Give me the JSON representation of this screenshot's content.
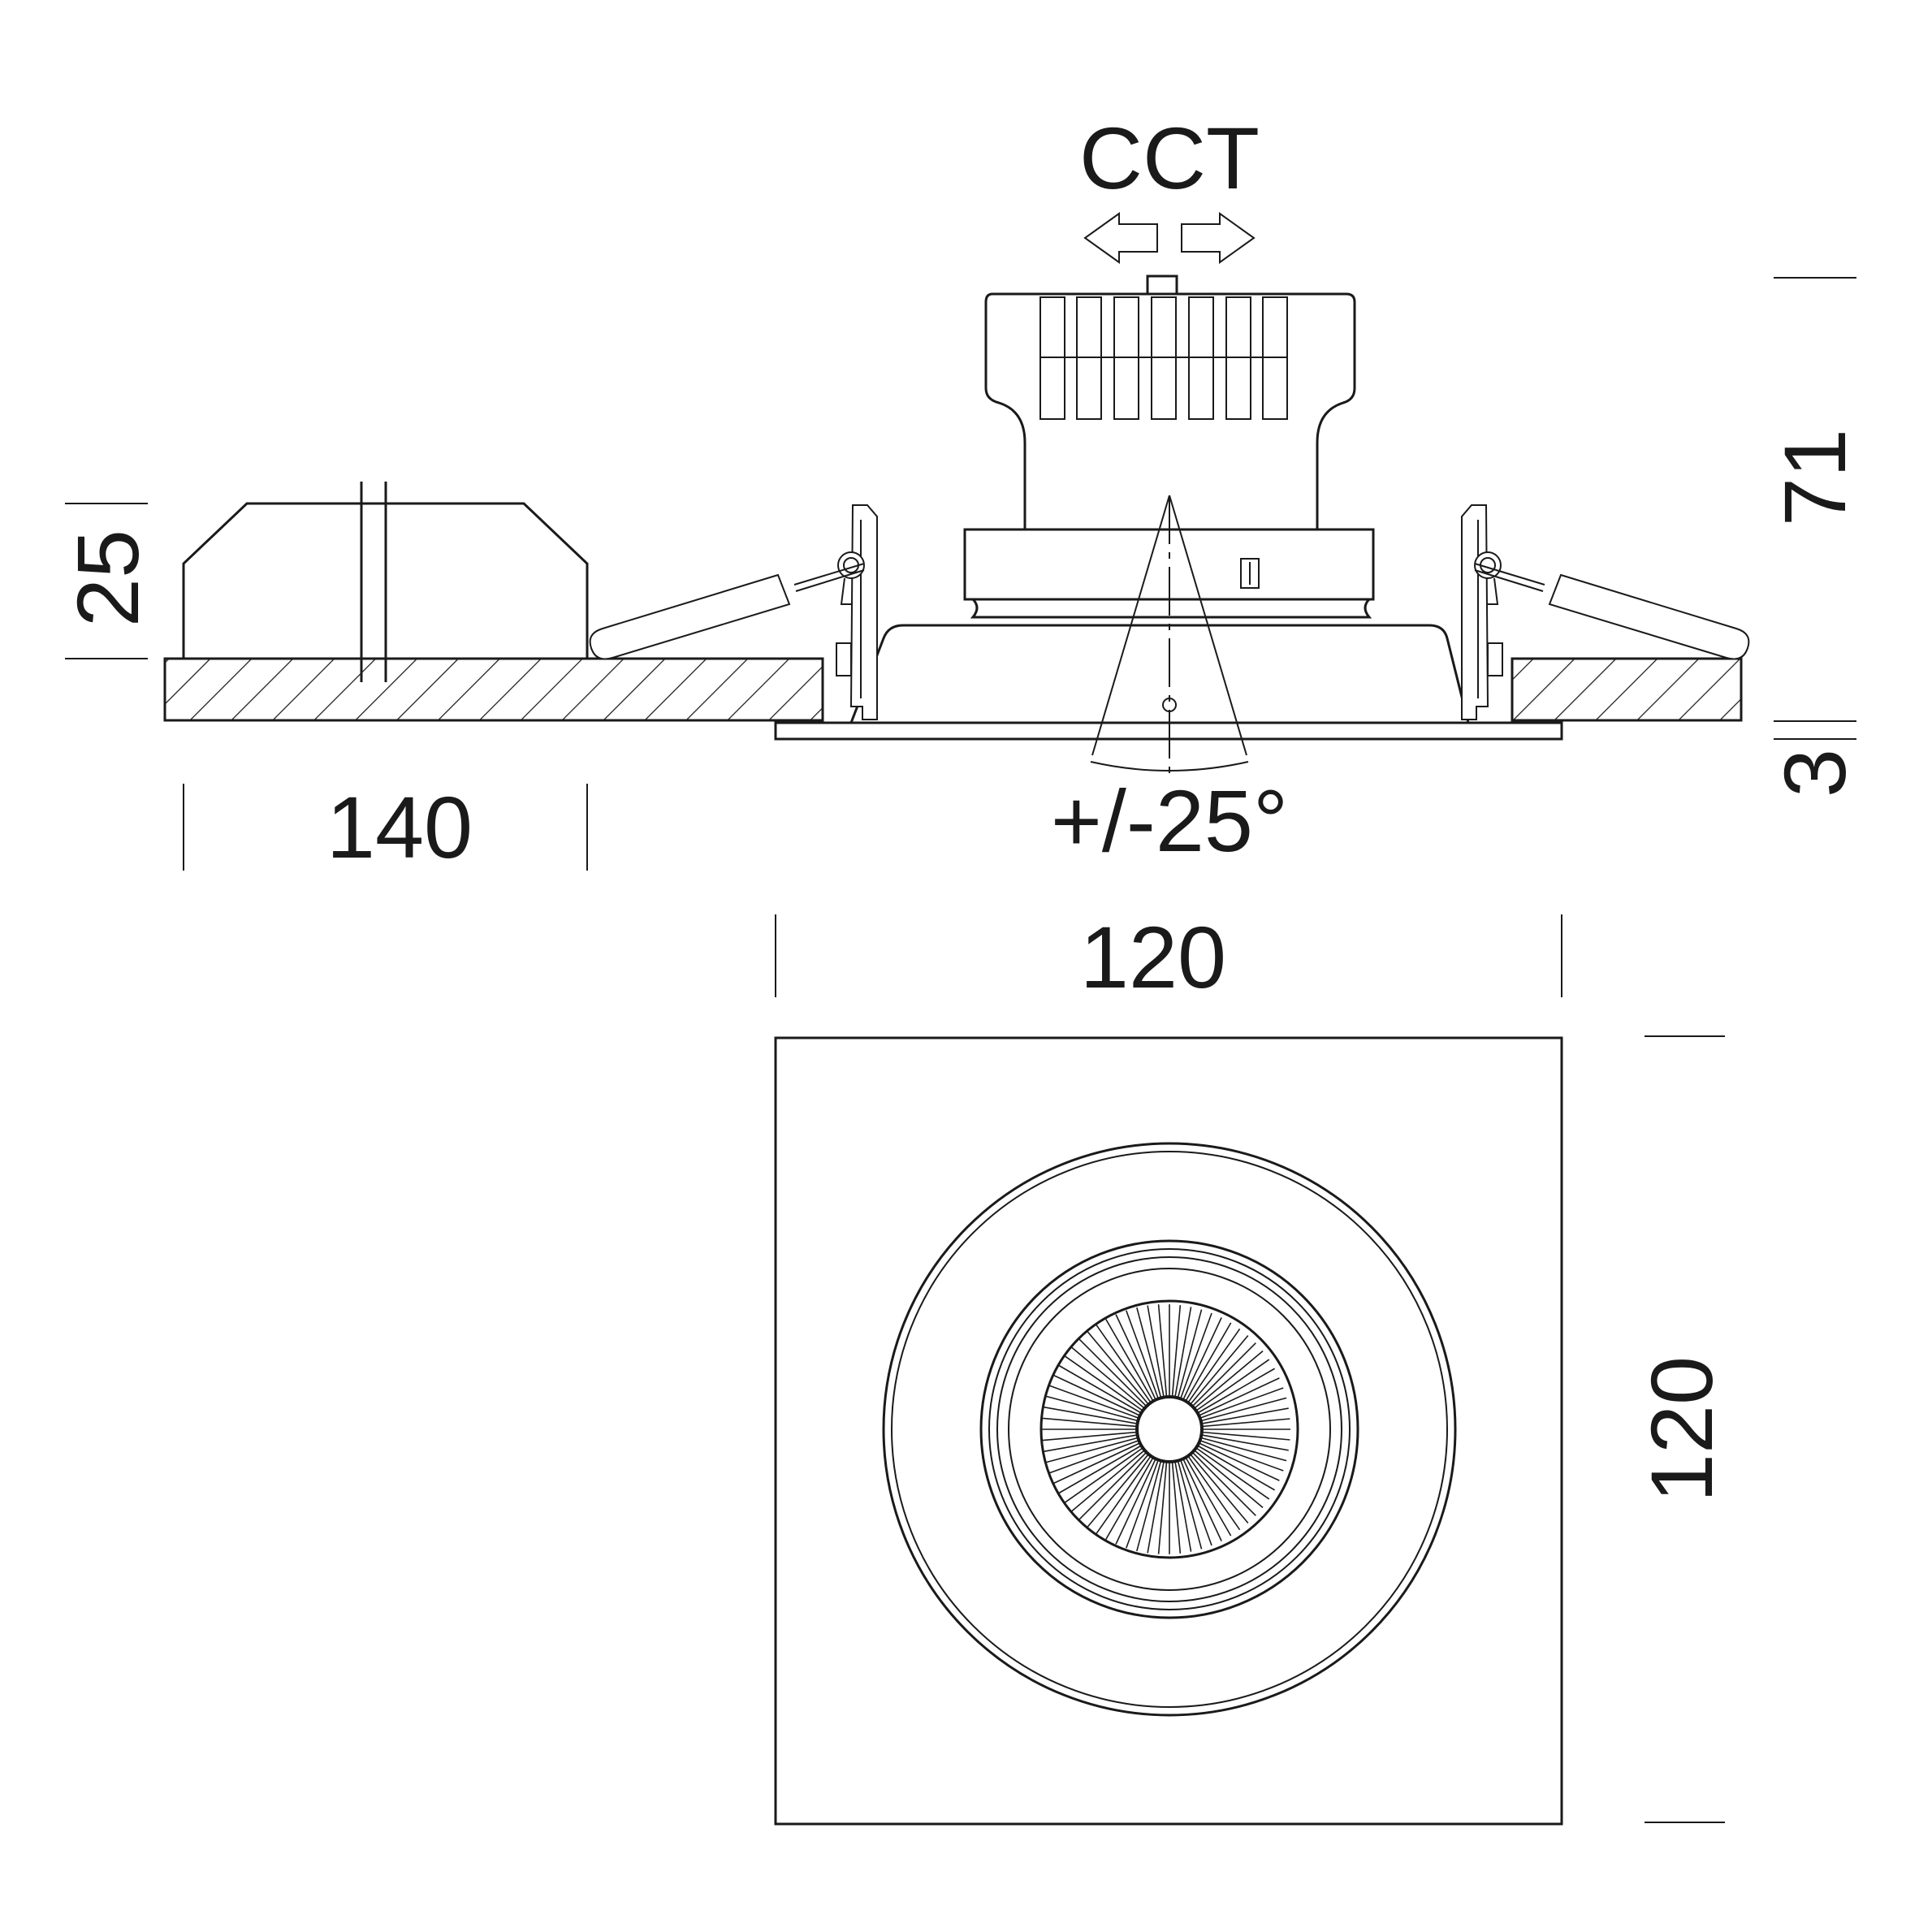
{
  "labels": {
    "cct": "CCT",
    "tilt": "+/-25°",
    "height_total": "71",
    "height_driver": "25",
    "trim_thickness": "3",
    "driver_length": "140",
    "width": "120",
    "depth": "120"
  },
  "colors": {
    "line": "#1a1a1a",
    "background": "#ffffff"
  },
  "rays": 72
}
